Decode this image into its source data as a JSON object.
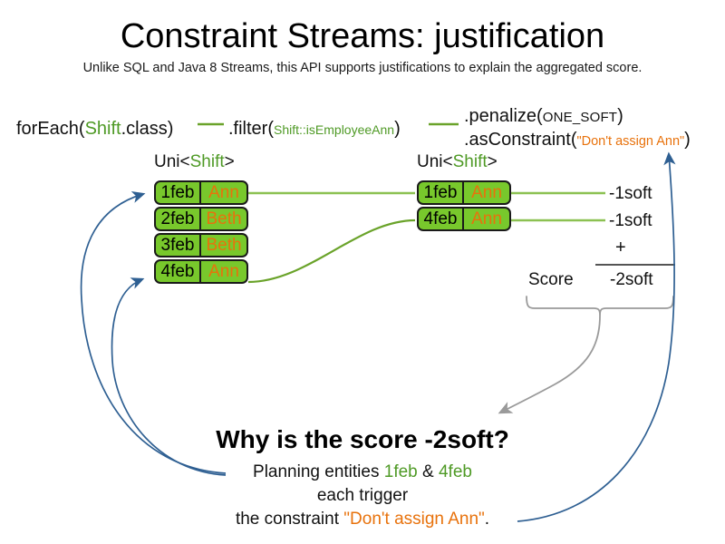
{
  "slide": {
    "title": "Constraint Streams: justification",
    "subtitle": "Unlike SQL and Java 8 Streams, this API supports justifications to explain the aggregated score."
  },
  "colors": {
    "pill_fill": "#78c82c",
    "pill_border": "#1a1a1a",
    "name_orange": "#e8720c",
    "code_green": "#4f9a26",
    "connector_green": "#7cb342",
    "arrow_blue": "#2e5f92",
    "brace_gray": "#9a9a9a"
  },
  "code": {
    "foreach": {
      "method": "forEach(",
      "type": "Shift",
      "tail": ".class)"
    },
    "filter": {
      "method": ".filter(",
      "arg": "Shift::isEmployeeAnn",
      "tail": ")"
    },
    "penalize": {
      "method": ".penalize(",
      "arg": "ONE_SOFT",
      "tail": ")"
    },
    "as_constraint": {
      "method": ".asConstraint(",
      "arg": "\"Don't assign Ann\"",
      "tail": ")"
    }
  },
  "stream_labels": {
    "left": {
      "prefix": "Uni<",
      "type": "Shift",
      "suffix": ">"
    },
    "right": {
      "prefix": "Uni<",
      "type": "Shift",
      "suffix": ">"
    }
  },
  "tables": {
    "left": {
      "rows": [
        {
          "date": "1feb",
          "name": "Ann"
        },
        {
          "date": "2feb",
          "name": "Beth"
        },
        {
          "date": "3feb",
          "name": "Beth"
        },
        {
          "date": "4feb",
          "name": "Ann"
        }
      ]
    },
    "right": {
      "rows": [
        {
          "date": "1feb",
          "name": "Ann"
        },
        {
          "date": "4feb",
          "name": "Ann"
        }
      ]
    }
  },
  "score": {
    "impact_1": "-1soft",
    "impact_2": "-1soft",
    "operator": "+",
    "label": "Score",
    "total": "-2soft"
  },
  "explanation": {
    "heading": "Why is the score -2soft?",
    "line1_prefix": "Planning entities ",
    "line1_entity_a": "1feb",
    "line1_amp": " & ",
    "line1_entity_b": "4feb",
    "line2": "each trigger",
    "line3_prefix": "the constraint ",
    "line3_constraint": "\"Don't assign Ann\"",
    "line3_suffix": "."
  }
}
